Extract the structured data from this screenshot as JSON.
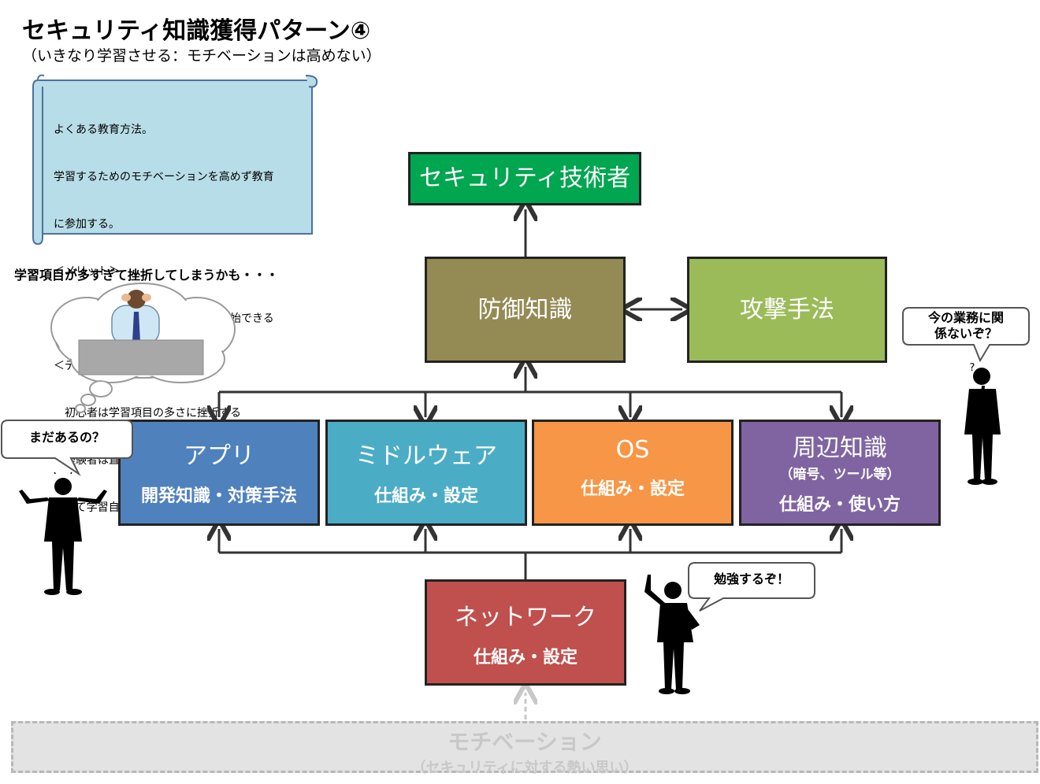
{
  "header": {
    "title": "セキュリティ知識獲得パターン④",
    "subtitle": "（いきなり学習させる：モチベーションは高めない）"
  },
  "scroll_note": {
    "lines": [
      "よくある教育方法。",
      "学習するためのモチベーションを高めず教育",
      "に参加する。",
      "＜メリット＞",
      "　前準備が無いのですぐに教育を開始できる",
      "＜デメリット＞",
      "　初心者は学習項目の多さに挫折する",
      "　経験者は直近の業務とマッチしないと判断",
      "　して学習自体のモチベーションを失う"
    ]
  },
  "worry_caption": "学習項目が多すぎて挫折してしまうかも・・・",
  "boxes": {
    "engineer": {
      "label": "セキュリティ技術者",
      "color": "#00a650"
    },
    "defense": {
      "label": "防御知識",
      "color": "#948a54"
    },
    "attack": {
      "label": "攻撃手法",
      "color": "#9bbb59"
    },
    "app": {
      "label": "アプリ",
      "sub": "開発知識・対策手法",
      "color": "#4f81bd"
    },
    "middleware": {
      "label": "ミドルウェア",
      "sub": "仕組み・設定",
      "color": "#4bacc6"
    },
    "os": {
      "label": "OS",
      "sub": "仕組み・設定",
      "color": "#f79646"
    },
    "peripheral": {
      "label": "周辺知識",
      "note": "（暗号、ツール等）",
      "sub": "仕組み・使い方",
      "color": "#8064a2"
    },
    "network": {
      "label": "ネットワーク",
      "sub": "仕組み・設定",
      "color": "#c0504d"
    }
  },
  "bubbles": {
    "madaaru": "まだあるの？",
    "gyomu_line1": "今の業務に関",
    "gyomu_line2": "係ないぞ？",
    "question_mark": "?",
    "benkyo": "勉強するぞ！"
  },
  "motivation": {
    "label": "モチベーション",
    "sub": "（セキュリティに対する熱い思い）"
  }
}
